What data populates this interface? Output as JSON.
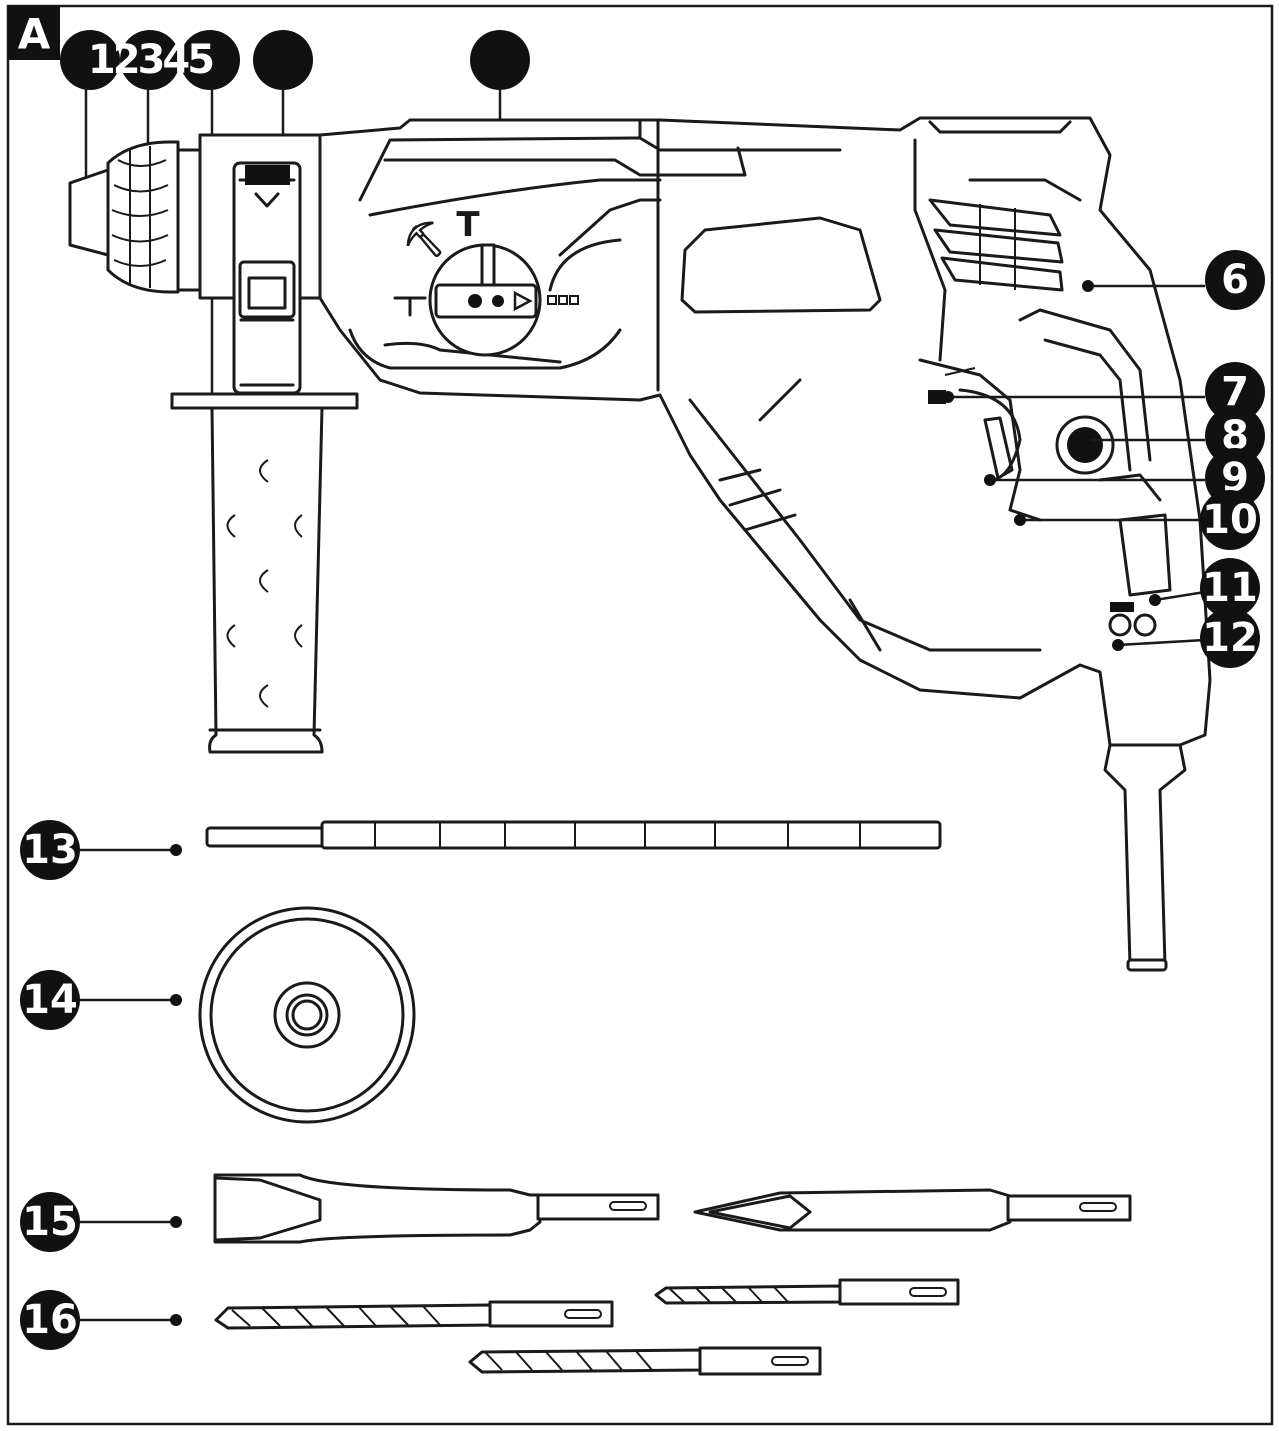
{
  "figure": {
    "corner_label": "A",
    "cluster_label": "12345",
    "symbols": {
      "hammer_symbol": "⛏",
      "t_symbol": "T"
    },
    "callouts": [
      {
        "id": "6",
        "label": "6"
      },
      {
        "id": "7",
        "label": "7"
      },
      {
        "id": "8",
        "label": "8"
      },
      {
        "id": "9",
        "label": "9"
      },
      {
        "id": "10",
        "label": "10"
      },
      {
        "id": "11",
        "label": "11"
      },
      {
        "id": "12",
        "label": "12"
      },
      {
        "id": "13",
        "label": "13"
      },
      {
        "id": "14",
        "label": "14"
      },
      {
        "id": "15",
        "label": "15"
      },
      {
        "id": "16",
        "label": "16"
      }
    ],
    "blank_callouts": [
      "top-badge-a",
      "top-badge-b",
      "top-badge-c"
    ]
  }
}
